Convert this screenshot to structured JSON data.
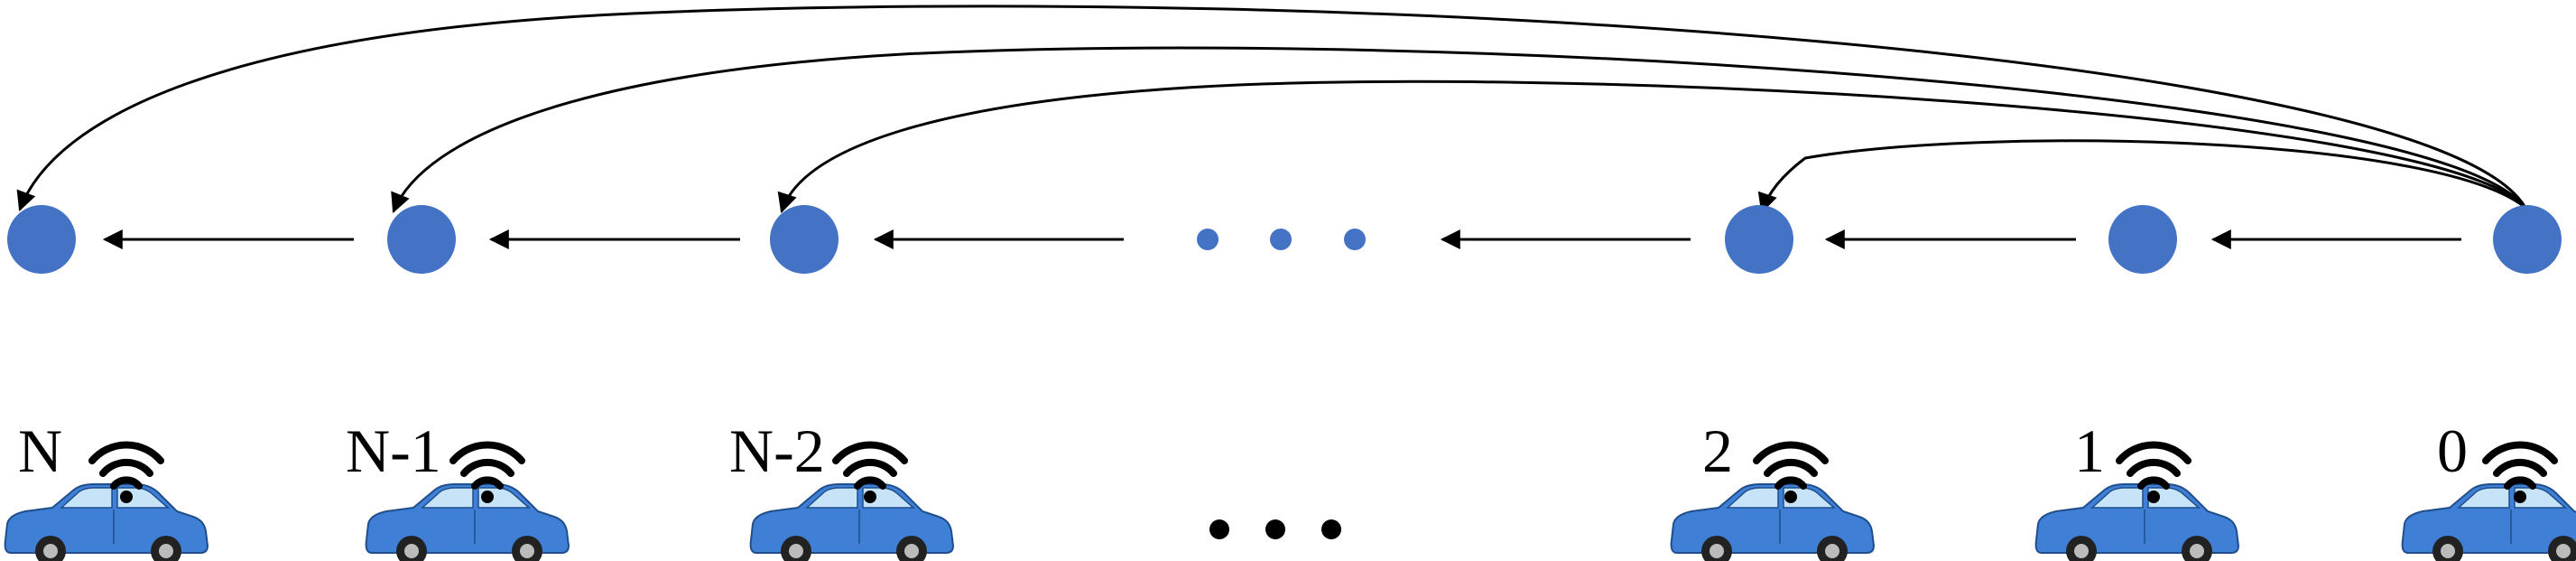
{
  "diagram": {
    "vehicles": [
      {
        "label": "N"
      },
      {
        "label": "N-1"
      },
      {
        "label": "N-2"
      },
      {
        "label": "2"
      },
      {
        "label": "1"
      },
      {
        "label": "0"
      }
    ]
  },
  "colors": {
    "node": "#4472c4",
    "car_body": "#3f7fd6",
    "car_dark": "#1f4e8c",
    "window": "#c7e3f7",
    "arrow": "#000000",
    "ellipsis_bottom": "#000000"
  },
  "icons": {
    "vehicle": "car-icon",
    "wireless": "wifi-icon"
  }
}
